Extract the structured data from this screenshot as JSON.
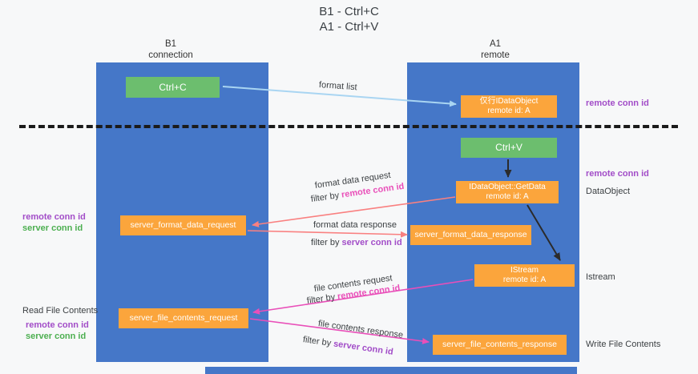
{
  "title": {
    "line1": "B1 - Ctrl+C",
    "line2": "A1 - Ctrl+V"
  },
  "lifelines": {
    "left": {
      "name": "B1",
      "sub": "connection"
    },
    "right": {
      "name": "A1",
      "sub": "remote"
    }
  },
  "boxes": {
    "ctrl_c": {
      "label": "Ctrl+C"
    },
    "ctrl_v": {
      "label": "Ctrl+V"
    },
    "idataobject": {
      "line1": "仅行IDataObject",
      "line2": "remote id: A"
    },
    "getdata": {
      "line1": "IDataObject::GetData",
      "line2": "remote id: A"
    },
    "istream": {
      "line1": "IStream",
      "line2": "remote id: A"
    },
    "format_request": {
      "label": "server_format_data_request"
    },
    "format_response": {
      "label": "server_format_data_response"
    },
    "file_request": {
      "label": "server_file_contents_request"
    },
    "file_response": {
      "label": "server_file_contents_response"
    }
  },
  "arrows": {
    "format_list": "format list",
    "format_data_request": "format data request",
    "format_data_response": "format data response",
    "file_contents_request": "file contents request",
    "file_contents_response": "file contents response",
    "filter_by": "filter by ",
    "remote_conn_id": "remote conn id",
    "server_conn_id": "server conn id"
  },
  "side": {
    "remote_conn_id": "remote conn id",
    "server_conn_id": "server conn id",
    "dataobject": "DataObject",
    "istream": "Istream",
    "read_file_contents": "Read File Contents",
    "write_file_contents": "Write File Contents"
  },
  "colors": {
    "column_blue": "#4577C8",
    "box_orange": "#FBA53C",
    "box_green": "#6CBE6E",
    "purple": "#A24DC8",
    "green_text": "#4CAF50",
    "magenta": "#E94FB9",
    "red_arrow": "#F98080",
    "blue_arrow": "#A9D5F2",
    "black_arrow": "#2b2b2b"
  }
}
